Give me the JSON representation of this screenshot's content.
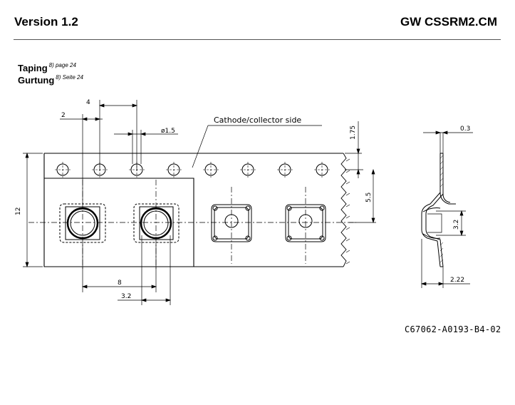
{
  "header": {
    "version": "Version 1.2",
    "part_number": "GW CSSRM2.CM"
  },
  "section": {
    "title_en": "Taping",
    "note_en": "8) page 24",
    "title_de": "Gurtung",
    "note_de": "8) Seite 24"
  },
  "drawing": {
    "label_cathode": "Cathode/collector side",
    "dims": {
      "d4": "4",
      "d2": "2",
      "hole_dia": "ø1.5",
      "d175": "1.75",
      "d03": "0.3",
      "d12": "12",
      "d55": "5.5",
      "d32_side": "3.2",
      "d222": "2.22",
      "d8": "8",
      "d32_bottom": "3.2"
    }
  },
  "document_number": "C67062-A0193-B4-02"
}
